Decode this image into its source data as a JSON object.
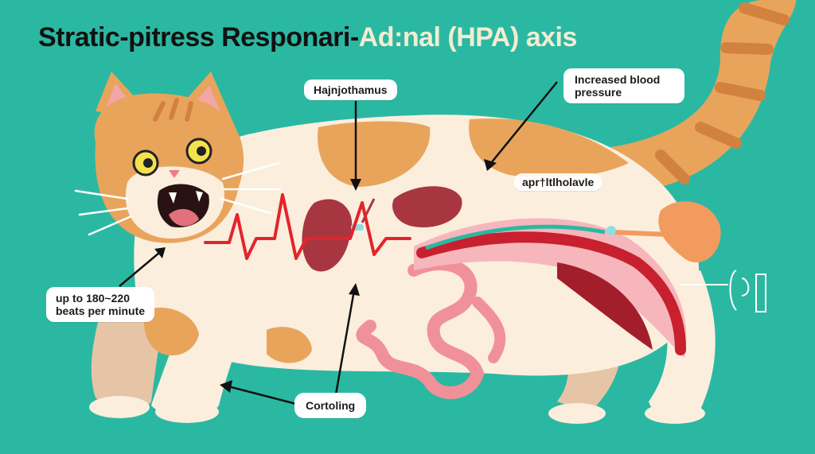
{
  "title": {
    "part1": "Stratic-pitress Responari-",
    "part2": "Ad:nal (HPA) axis"
  },
  "labels": {
    "hypothalamus": "Hajnjothamus",
    "blood_pressure": "Increased blood pressure",
    "sympathetic": "apr†ltlholavle",
    "heart_rate_line1": "up to 180~220",
    "heart_rate_line2": "beats per minute",
    "cortisol": "Cortoling"
  },
  "colors": {
    "background": "#2bb8a2",
    "fur_orange": "#e9a45c",
    "body_cream": "#fbeedd",
    "heartbeat": "#e3242b",
    "organ_red": "#a83640",
    "intestine_pink": "#f0919a"
  },
  "icons": [
    "heartbeat-line-icon",
    "adrenal-gland-icon",
    "kidney-icon",
    "brain-symbol-icon"
  ]
}
